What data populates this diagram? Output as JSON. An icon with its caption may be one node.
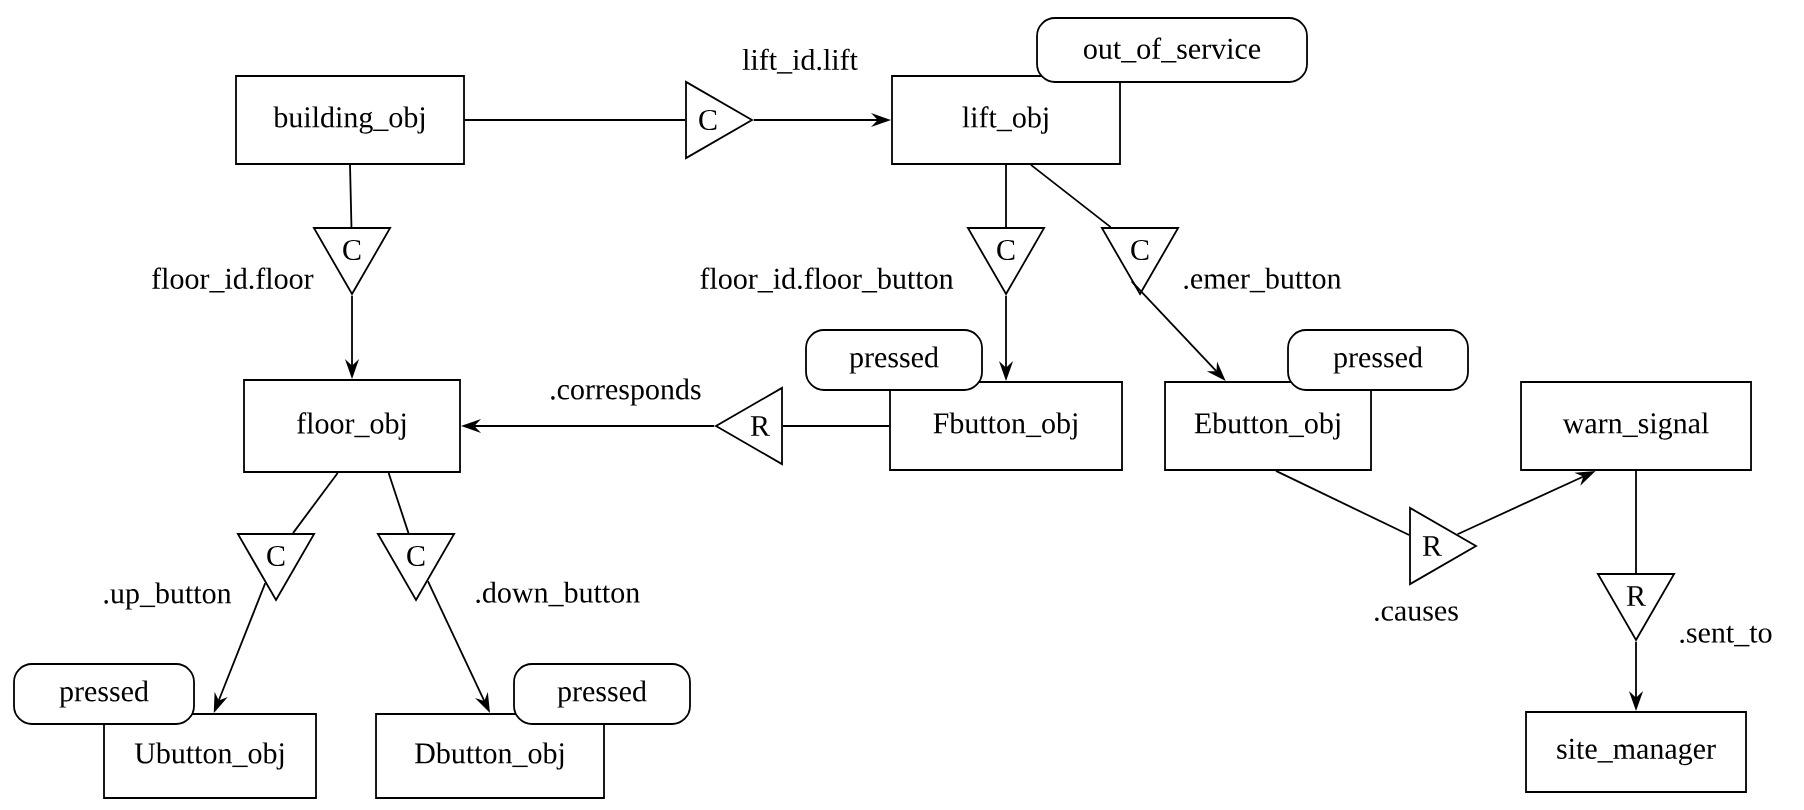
{
  "diagram": {
    "nodes": [
      {
        "text": [
          "building_obj"
        ]
      },
      {
        "text": [
          "C"
        ],
        "beside": [
          "lift_id.lift"
        ]
      },
      {
        "text": [
          "out_of_service"
        ]
      },
      {
        "text": [
          "lift_obj"
        ]
      },
      {
        "text": [
          "C"
        ],
        "beside": [
          "floor_id.floor"
        ]
      },
      {
        "text": [
          "C"
        ],
        "beside": [
          "floor_id.floor_button"
        ]
      },
      {
        "text": [
          "C"
        ],
        "beside": [
          ".emer_button"
        ]
      },
      {
        "text": [
          "pressed"
        ]
      },
      {
        "text": [
          "Fbutton_obj"
        ]
      },
      {
        "text": [
          "pressed"
        ]
      },
      {
        "text": [
          "Ebutton_obj"
        ]
      },
      {
        "text": [
          "warn_signal"
        ]
      },
      {
        "text": [
          "floor_obj"
        ]
      },
      {
        "text": [
          "R"
        ],
        "beside": [
          ".corresponds"
        ]
      },
      {
        "text": [
          "R"
        ],
        "beside": [
          ".causes"
        ]
      },
      {
        "text": [
          "C"
        ],
        "beside": [
          ".up_button"
        ]
      },
      {
        "text": [
          "C"
        ],
        "beside": [
          ".down_button"
        ]
      },
      {
        "text": [
          "R"
        ],
        "beside": [
          ".sent_to"
        ]
      },
      {
        "text": [
          "pressed"
        ]
      },
      {
        "text": [
          "Ubutton_obj"
        ]
      },
      {
        "text": [
          "pressed"
        ]
      },
      {
        "text": [
          "Dbutton_obj"
        ]
      },
      {
        "text": [
          "site_manager"
        ]
      }
    ],
    "edges": [
      {
        "from": 0,
        "to": 1,
        "arrow": "none"
      },
      {
        "from": 1,
        "to": 3,
        "arrow": "to"
      },
      {
        "from": 0,
        "to": 4,
        "arrow": "none"
      },
      {
        "from": 4,
        "to": 12,
        "arrow": "to"
      },
      {
        "from": 3,
        "to": 5,
        "arrow": "none"
      },
      {
        "from": 5,
        "to": 8,
        "arrow": "to"
      },
      {
        "from": 3,
        "to": 6,
        "arrow": "none"
      },
      {
        "from": 6,
        "to": 10,
        "arrow": "to"
      },
      {
        "from": 8,
        "to": 13,
        "arrow": "none"
      },
      {
        "from": 13,
        "to": 12,
        "arrow": "to"
      },
      {
        "from": 10,
        "to": 14,
        "arrow": "none"
      },
      {
        "from": 14,
        "to": 11,
        "arrow": "to"
      },
      {
        "from": 11,
        "to": 17,
        "arrow": "none"
      },
      {
        "from": 17,
        "to": 22,
        "arrow": "to"
      },
      {
        "from": 12,
        "to": 15,
        "arrow": "none"
      },
      {
        "from": 15,
        "to": 19,
        "arrow": "to"
      },
      {
        "from": 12,
        "to": 16,
        "arrow": "none"
      },
      {
        "from": 16,
        "to": 21,
        "arrow": "to"
      }
    ]
  }
}
